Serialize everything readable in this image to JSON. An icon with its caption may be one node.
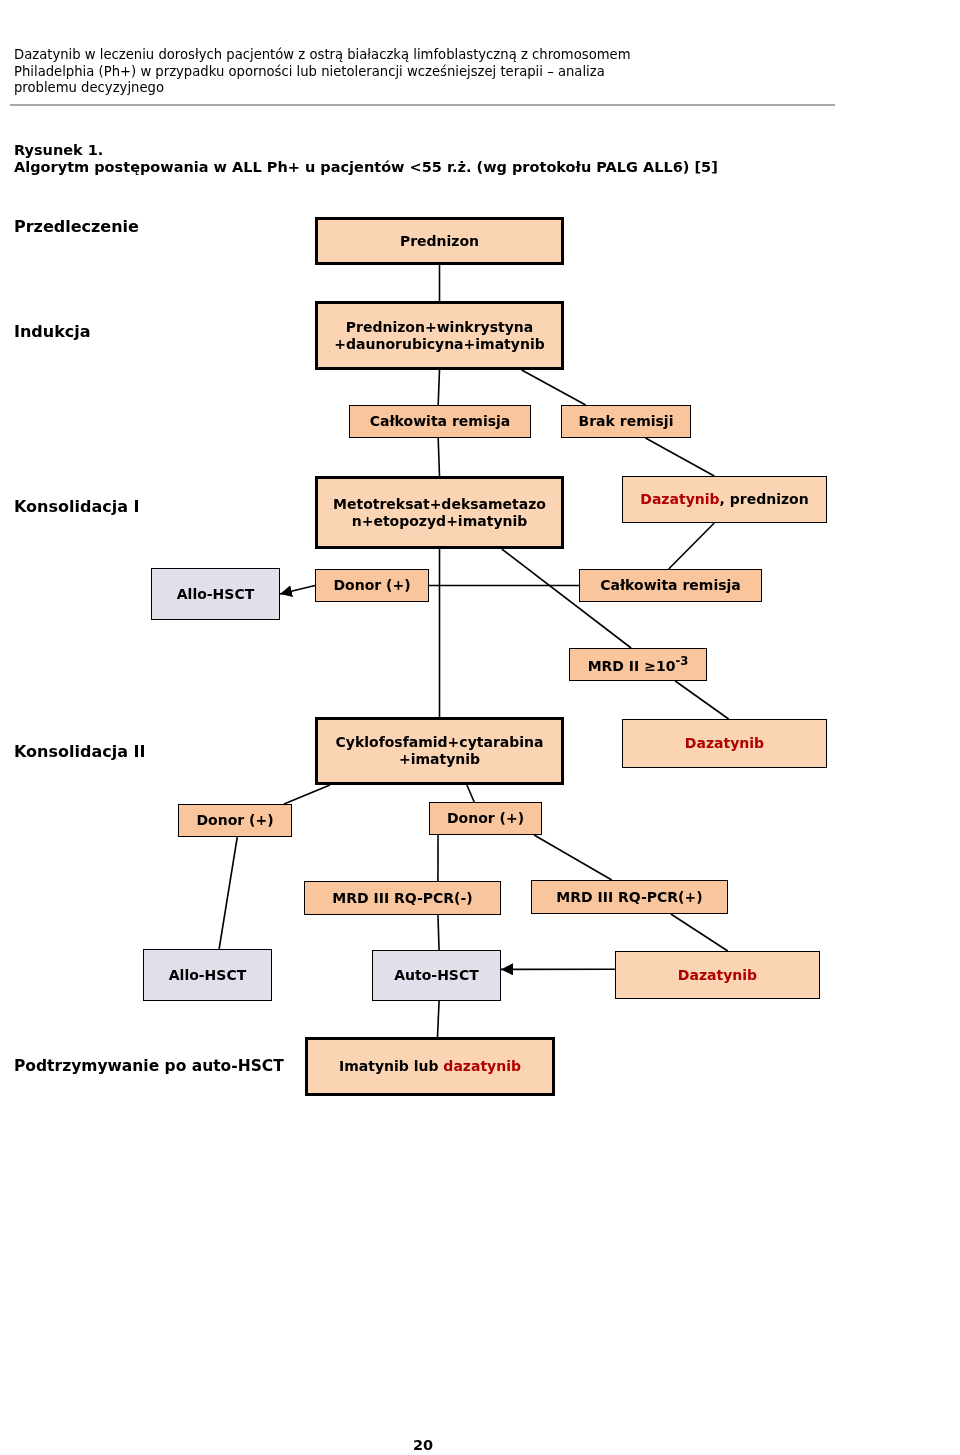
{
  "diagram": {
    "title": "Algorytm postępowania w ALL Ph+ u pacjentów <55 r.ż. (wg protokołu PALG ALL6) [5]",
    "nodes": [
      {
        "text": [
          "Prednizon"
        ]
      },
      {
        "text": [
          "Prednizon+winkrystyna +daunorubicyna+imatynib"
        ]
      },
      {
        "text": [
          "Całkowita remisja"
        ]
      },
      {
        "text": [
          "Brak remisji"
        ]
      },
      {
        "text": [
          "Metotreksat+deksametazo n+etopozyd+imatynib"
        ]
      },
      {
        "text": [
          "*Dazatynib*, prednizon"
        ]
      },
      {
        "text": [
          "Allo-HSCT"
        ]
      },
      {
        "text": [
          "Donor (+)"
        ]
      },
      {
        "text": [
          "Całkowita remisja"
        ]
      },
      {
        "text": [
          "MRD II ≥10$^{-3}$"
        ]
      },
      {
        "text": [
          "Cyklofosfamid+cytarabina +imatynib"
        ]
      },
      {
        "text": [
          "*Dazatynib*"
        ]
      },
      {
        "text": [
          "Donor (+)"
        ]
      },
      {
        "text": [
          "Donor (+)"
        ]
      },
      {
        "text": [
          "MRD III RQ-PCR(-)"
        ]
      },
      {
        "text": [
          "MRD III RQ-PCR(+)"
        ]
      },
      {
        "text": [
          "Allo-HSCT"
        ]
      },
      {
        "text": [
          "Auto-HSCT"
        ]
      },
      {
        "text": [
          "*Dazatynib*"
        ]
      },
      {
        "text": [
          "Imatynib lub *dazatynib*"
        ]
      }
    ],
    "edges": [
      {
        "from": 0,
        "to": 1,
        "arrow": "none"
      },
      {
        "from": 1,
        "to": 2,
        "arrow": "none"
      },
      {
        "from": 1,
        "to": 3,
        "arrow": "none"
      },
      {
        "from": 2,
        "to": 4,
        "arrow": "none"
      },
      {
        "from": 3,
        "to": 5,
        "arrow": "none"
      },
      {
        "from": 4,
        "to": 10,
        "arrow": "none"
      },
      {
        "from": 4,
        "to": 9,
        "arrow": "none"
      },
      {
        "from": 5,
        "to": 8,
        "arrow": "none"
      },
      {
        "from": 8,
        "to": 7,
        "arrow": "none"
      },
      {
        "from": 7,
        "to": 6,
        "arrow": "to"
      },
      {
        "from": 9,
        "to": 11,
        "arrow": "none"
      },
      {
        "from": 10,
        "to": 12,
        "arrow": "none"
      },
      {
        "from": 10,
        "to": 13,
        "arrow": "none"
      },
      {
        "from": 12,
        "to": 16,
        "arrow": "none"
      },
      {
        "from": 13,
        "to": 14,
        "arrow": "none"
      },
      {
        "from": 13,
        "to": 15,
        "arrow": "none"
      },
      {
        "from": 14,
        "to": 17,
        "arrow": "none"
      },
      {
        "from": 15,
        "to": 18,
        "arrow": "none"
      },
      {
        "from": 18,
        "to": 17,
        "arrow": "to"
      },
      {
        "from": 17,
        "to": 19,
        "arrow": "none"
      }
    ],
    "labels": [
      "Dazatynib w leczeniu dorosłych pacjentów z ostrą białaczką limfoblastyczną z chromosomem Philadelphia (Ph+) w przypadku oporności lub nietolerancji wcześniejszej terapii – analiza problemu decyzyjnego",
      "Rysunek 1.",
      "Przedleczenie",
      "Indukcja",
      "Konsolidacja I",
      "Konsolidacja II",
      "Podtrzymywanie po auto-HSCT",
      "20"
    ]
  }
}
